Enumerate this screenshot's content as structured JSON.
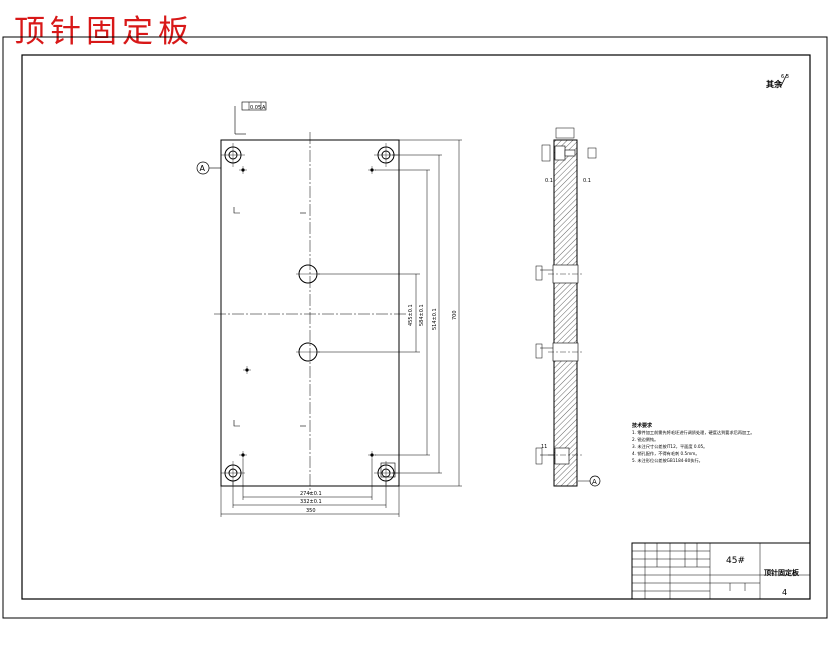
{
  "title": "顶针固定板",
  "roughness": "其余",
  "datum_label": "A",
  "datum_right_label": "A",
  "dimensions": {
    "horiz_inner": "274±0.1",
    "horiz_mid": "332±0.1",
    "horiz_outer": "350",
    "vert_1": "455±0.1",
    "vert_2": "584±0.1",
    "vert_3": "514±0.1",
    "vert_4": "700"
  },
  "tech_requirements": {
    "heading": "技术要求",
    "items": [
      "1. 零件加工前需先将毛坯进行调质处理，硬度达到要求后再加工。",
      "2. 锐边倒钝。",
      "3. 未注尺寸公差按IT12，平面度 0.05。",
      "4. 销孔配作，不得有毛刺 0.5mm。",
      "5. 未注形位公差按GB1184-80执行。"
    ]
  },
  "title_block": {
    "material": "45#",
    "part_name": "顶针固定板",
    "sheet_no": "4"
  }
}
